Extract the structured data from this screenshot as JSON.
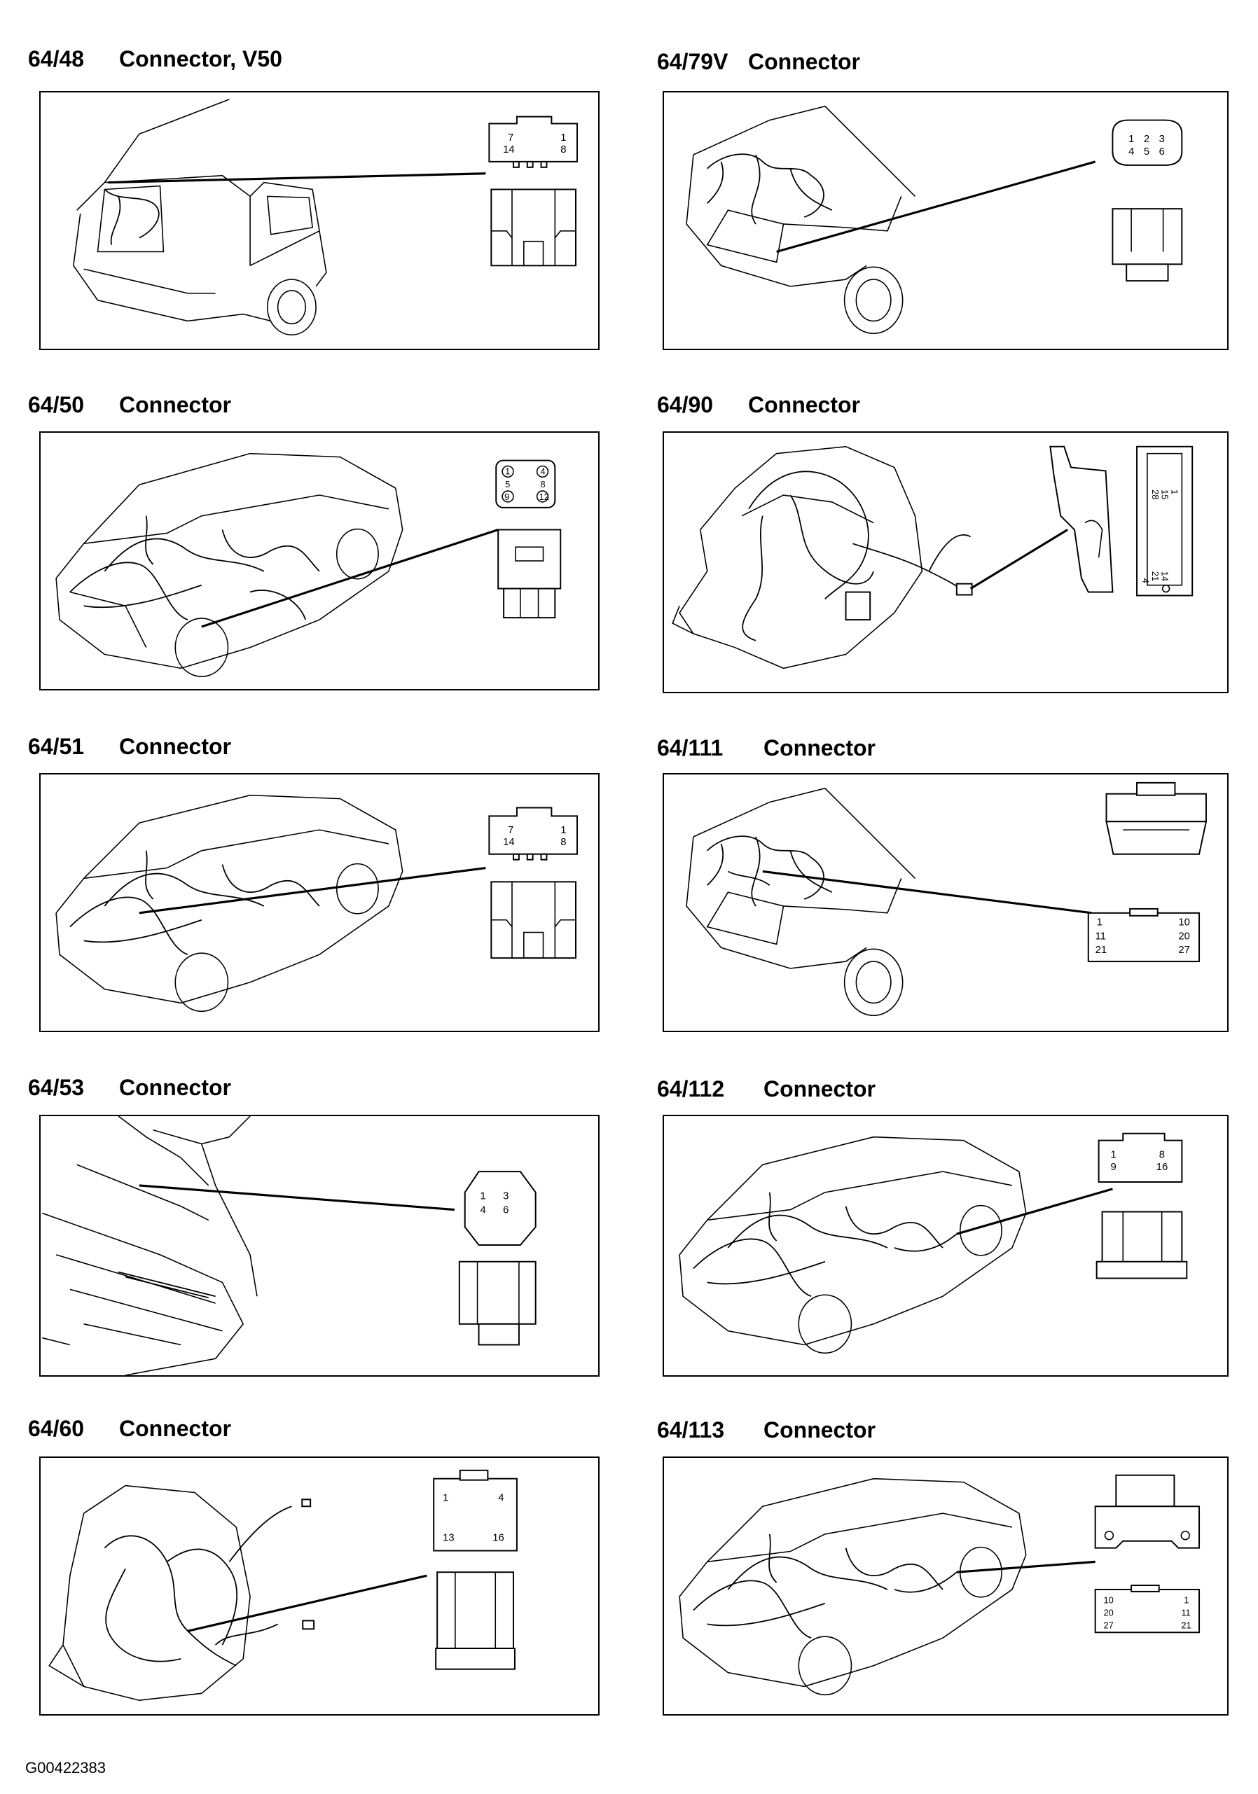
{
  "panels": [
    {
      "code": "64/48",
      "name": "Connector, V50",
      "pins": [
        [
          "7",
          "1"
        ],
        [
          "14",
          "8"
        ]
      ]
    },
    {
      "code": "64/79V",
      "name": "Connector",
      "pins": [
        [
          "1",
          "2",
          "3"
        ],
        [
          "4",
          "5",
          "6"
        ]
      ]
    },
    {
      "code": "64/50",
      "name": "Connector",
      "pins": [
        [
          "1",
          "4"
        ],
        [
          "5",
          "8"
        ],
        [
          "9",
          "12"
        ]
      ]
    },
    {
      "code": "64/90",
      "name": "Connector",
      "pins": [
        [
          "15",
          "28"
        ],
        [
          "14",
          "21"
        ],
        [
          "4",
          "1"
        ]
      ]
    },
    {
      "code": "64/51",
      "name": "Connector",
      "pins": [
        [
          "7",
          "1"
        ],
        [
          "14",
          "8"
        ]
      ]
    },
    {
      "code": "64/111",
      "name": "Connector",
      "pins": [
        [
          "1",
          "10"
        ],
        [
          "11",
          "20"
        ],
        [
          "21",
          "27"
        ]
      ]
    },
    {
      "code": "64/53",
      "name": "Connector",
      "pins": [
        [
          "1",
          "3"
        ],
        [
          "4",
          "6"
        ]
      ]
    },
    {
      "code": "64/112",
      "name": "Connector",
      "pins": [
        [
          "1",
          "8"
        ],
        [
          "9",
          "16"
        ]
      ]
    },
    {
      "code": "64/60",
      "name": "Connector",
      "pins": [
        [
          "1",
          "4"
        ],
        [
          "13",
          "16"
        ]
      ]
    },
    {
      "code": "64/113",
      "name": "Connector",
      "pins": [
        [
          "10",
          "1"
        ],
        [
          "20",
          "11"
        ],
        [
          "27",
          "21"
        ]
      ]
    }
  ],
  "footer": {
    "figure_id": "G00422383"
  }
}
